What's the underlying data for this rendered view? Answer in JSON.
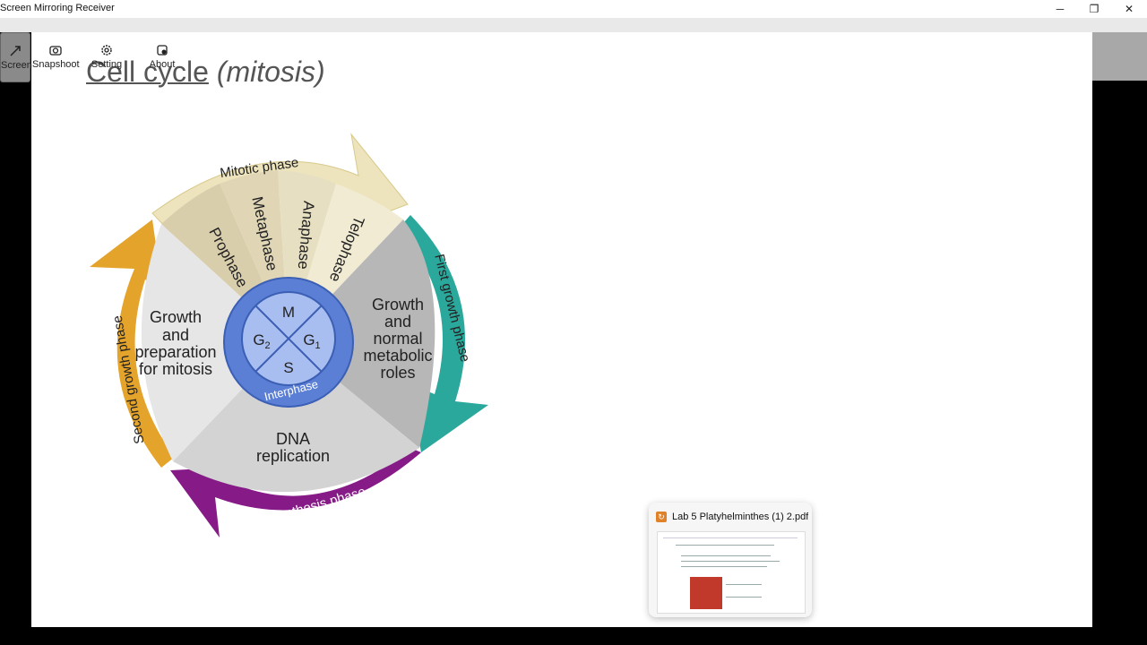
{
  "window": {
    "title": "Screen Mirroring Receiver",
    "controls": {
      "minimize": "─",
      "maximize": "❐",
      "close": "✕"
    }
  },
  "toolbar": {
    "screen_label": "Screen",
    "snapshoot_label": "Snapshoot",
    "setting_label": "Setting",
    "about_label": "About"
  },
  "slide": {
    "title_main": "Cell cycle",
    "title_paren": "(mitosis)"
  },
  "diagram": {
    "mitotic_phase": "Mitotic phase",
    "prophase": "Prophase",
    "metaphase": "Metaphase",
    "anaphase": "Anaphase",
    "telophase": "Telophase",
    "first_growth": "First growth phase",
    "second_growth": "Second growth phase",
    "synthesis": "Synthesis phase",
    "growth_normal": [
      "Growth",
      "and",
      "normal",
      "metabolic",
      "roles"
    ],
    "growth_prep": [
      "Growth",
      "and",
      "preparation",
      "for mitosis"
    ],
    "dna_rep": [
      "DNA",
      "replication"
    ],
    "m": "M",
    "g1": "G",
    "g1_sub": "1",
    "g2": "G",
    "g2_sub": "2",
    "s": "S",
    "interphase": "Interphase"
  },
  "popup": {
    "file_icon": "pdf-app-icon",
    "filename": "Lab 5 Platyhelminthes (1) 2.pdf ..."
  },
  "colors": {
    "mitotic_arrow": "#ede4bd",
    "first_growth_arrow": "#2aa89c",
    "synthesis_arrow": "#861b87",
    "second_growth_arrow": "#e4a32a",
    "inner_circle": "#5b7fd4"
  }
}
